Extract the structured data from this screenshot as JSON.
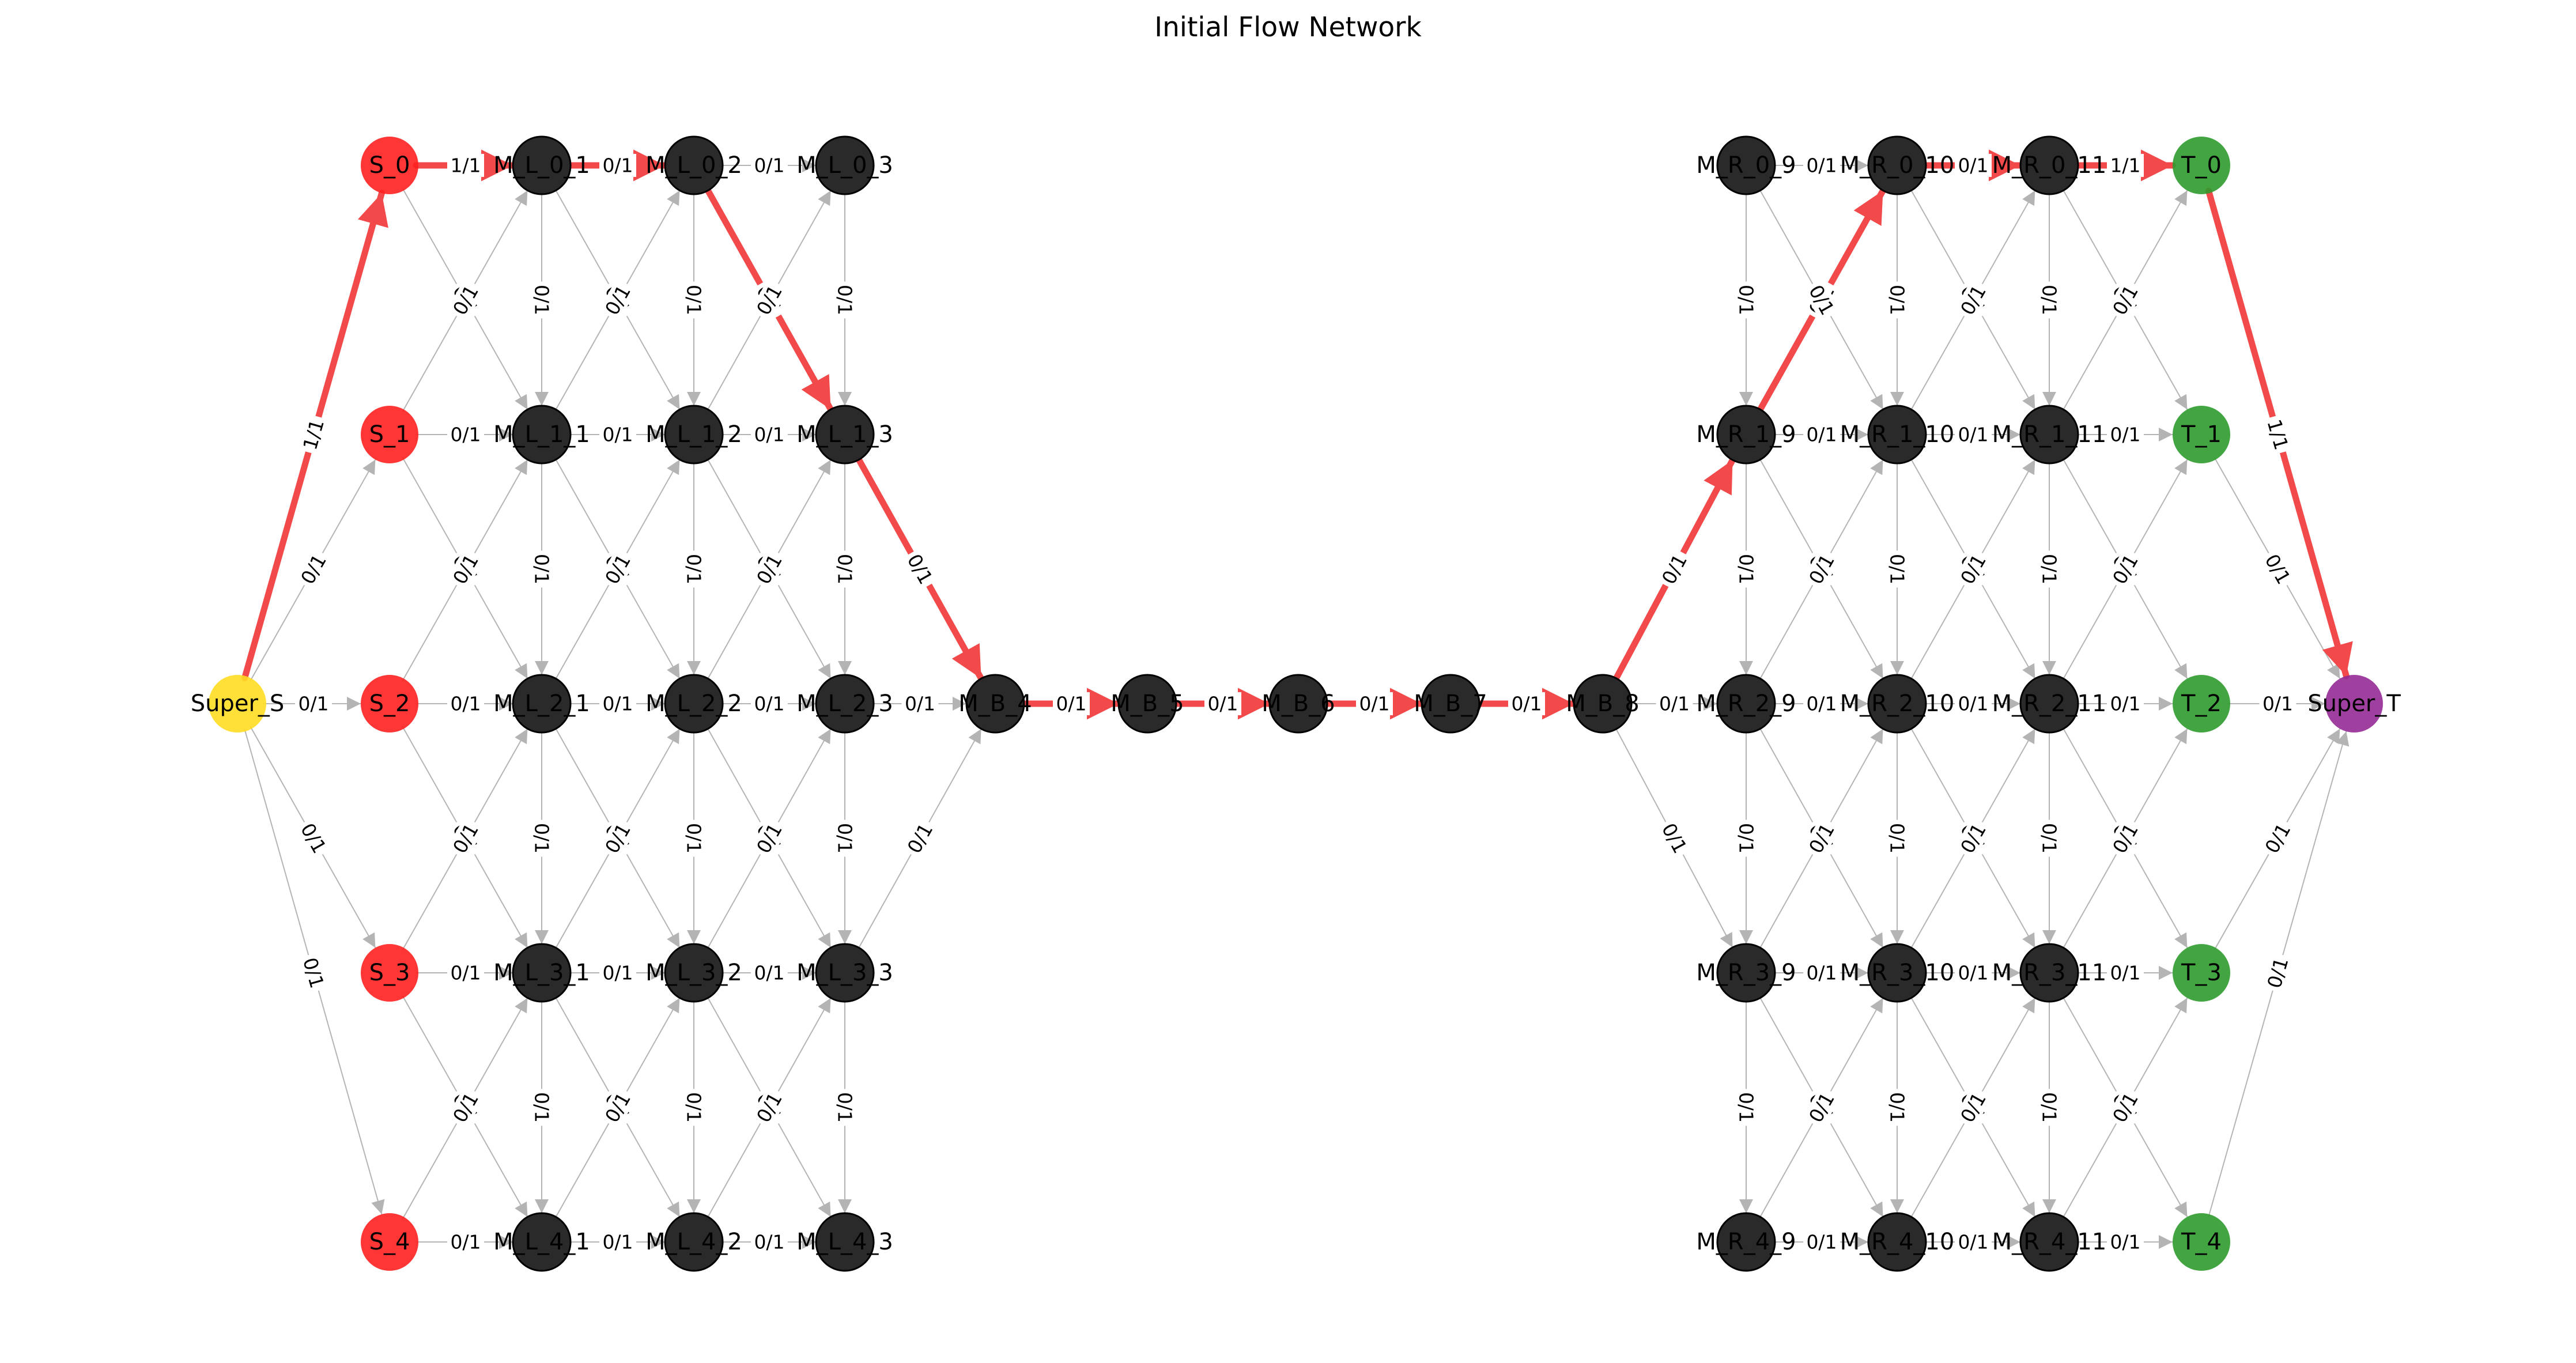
{
  "title": "Initial Flow Network",
  "colors": {
    "source": "#ff2020",
    "middle": "#2a2a2a",
    "sink": "#2e9b2e",
    "super_source": "#ffdd22",
    "super_sink": "#952a95",
    "path_edge": "#f24a4a",
    "edge": "#b4b4b4"
  },
  "nodes": [
    {
      "id": "Super_S",
      "label": "Super_S",
      "kind": "super_source"
    },
    {
      "id": "S_0",
      "label": "S_0",
      "kind": "source"
    },
    {
      "id": "S_1",
      "label": "S_1",
      "kind": "source"
    },
    {
      "id": "S_2",
      "label": "S_2",
      "kind": "source"
    },
    {
      "id": "S_3",
      "label": "S_3",
      "kind": "source"
    },
    {
      "id": "S_4",
      "label": "S_4",
      "kind": "source"
    },
    {
      "id": "M_L_0_1",
      "label": "M_L_0_1",
      "kind": "middle"
    },
    {
      "id": "M_L_1_1",
      "label": "M_L_1_1",
      "kind": "middle"
    },
    {
      "id": "M_L_2_1",
      "label": "M_L_2_1",
      "kind": "middle"
    },
    {
      "id": "M_L_3_1",
      "label": "M_L_3_1",
      "kind": "middle"
    },
    {
      "id": "M_L_4_1",
      "label": "M_L_4_1",
      "kind": "middle"
    },
    {
      "id": "M_L_0_2",
      "label": "M_L_0_2",
      "kind": "middle"
    },
    {
      "id": "M_L_1_2",
      "label": "M_L_1_2",
      "kind": "middle"
    },
    {
      "id": "M_L_2_2",
      "label": "M_L_2_2",
      "kind": "middle"
    },
    {
      "id": "M_L_3_2",
      "label": "M_L_3_2",
      "kind": "middle"
    },
    {
      "id": "M_L_4_2",
      "label": "M_L_4_2",
      "kind": "middle"
    },
    {
      "id": "M_L_0_3",
      "label": "M_L_0_3",
      "kind": "middle"
    },
    {
      "id": "M_L_1_3",
      "label": "M_L_1_3",
      "kind": "middle"
    },
    {
      "id": "M_L_2_3",
      "label": "M_L_2_3",
      "kind": "middle"
    },
    {
      "id": "M_L_3_3",
      "label": "M_L_3_3",
      "kind": "middle"
    },
    {
      "id": "M_L_4_3",
      "label": "M_L_4_3",
      "kind": "middle"
    },
    {
      "id": "M_B_4",
      "label": "M_B_4",
      "kind": "middle"
    },
    {
      "id": "M_B_5",
      "label": "M_B_5",
      "kind": "middle"
    },
    {
      "id": "M_B_6",
      "label": "M_B_6",
      "kind": "middle"
    },
    {
      "id": "M_B_7",
      "label": "M_B_7",
      "kind": "middle"
    },
    {
      "id": "M_B_8",
      "label": "M_B_8",
      "kind": "middle"
    },
    {
      "id": "M_R_0_9",
      "label": "M_R_0_9",
      "kind": "middle"
    },
    {
      "id": "M_R_1_9",
      "label": "M_R_1_9",
      "kind": "middle"
    },
    {
      "id": "M_R_2_9",
      "label": "M_R_2_9",
      "kind": "middle"
    },
    {
      "id": "M_R_3_9",
      "label": "M_R_3_9",
      "kind": "middle"
    },
    {
      "id": "M_R_4_9",
      "label": "M_R_4_9",
      "kind": "middle"
    },
    {
      "id": "M_R_0_10",
      "label": "M_R_0_10",
      "kind": "middle"
    },
    {
      "id": "M_R_1_10",
      "label": "M_R_1_10",
      "kind": "middle"
    },
    {
      "id": "M_R_2_10",
      "label": "M_R_2_10",
      "kind": "middle"
    },
    {
      "id": "M_R_3_10",
      "label": "M_R_3_10",
      "kind": "middle"
    },
    {
      "id": "M_R_4_10",
      "label": "M_R_4_10",
      "kind": "middle"
    },
    {
      "id": "M_R_0_11",
      "label": "M_R_0_11",
      "kind": "middle"
    },
    {
      "id": "M_R_1_11",
      "label": "M_R_1_11",
      "kind": "middle"
    },
    {
      "id": "M_R_2_11",
      "label": "M_R_2_11",
      "kind": "middle"
    },
    {
      "id": "M_R_3_11",
      "label": "M_R_3_11",
      "kind": "middle"
    },
    {
      "id": "M_R_4_11",
      "label": "M_R_4_11",
      "kind": "middle"
    },
    {
      "id": "T_0",
      "label": "T_0",
      "kind": "sink"
    },
    {
      "id": "T_1",
      "label": "T_1",
      "kind": "sink"
    },
    {
      "id": "T_2",
      "label": "T_2",
      "kind": "sink"
    },
    {
      "id": "T_3",
      "label": "T_3",
      "kind": "sink"
    },
    {
      "id": "T_4",
      "label": "T_4",
      "kind": "sink"
    },
    {
      "id": "Super_T",
      "label": "Super_T",
      "kind": "super_sink"
    }
  ],
  "edges": [
    {
      "from": "Super_S",
      "to": "S_0",
      "label": "1/1",
      "path": true
    },
    {
      "from": "Super_S",
      "to": "S_1",
      "label": "0/1",
      "path": false
    },
    {
      "from": "Super_S",
      "to": "S_2",
      "label": "0/1",
      "path": false
    },
    {
      "from": "Super_S",
      "to": "S_3",
      "label": "0/1",
      "path": false
    },
    {
      "from": "Super_S",
      "to": "S_4",
      "label": "0/1",
      "path": false
    },
    {
      "from": "S_0",
      "to": "M_L_0_1",
      "label": "1/1",
      "path": true
    },
    {
      "from": "S_1",
      "to": "M_L_1_1",
      "label": "0/1",
      "path": false
    },
    {
      "from": "S_2",
      "to": "M_L_2_1",
      "label": "0/1",
      "path": false
    },
    {
      "from": "S_3",
      "to": "M_L_3_1",
      "label": "0/1",
      "path": false
    },
    {
      "from": "S_4",
      "to": "M_L_4_1",
      "label": "0/1",
      "path": false
    },
    {
      "from": "S_0",
      "to": "M_L_1_1",
      "label": "0/1",
      "path": false
    },
    {
      "from": "S_1",
      "to": "M_L_0_1",
      "label": "0/1",
      "path": false
    },
    {
      "from": "S_1",
      "to": "M_L_2_1",
      "label": "0/1",
      "path": false
    },
    {
      "from": "S_2",
      "to": "M_L_1_1",
      "label": "0/1",
      "path": false
    },
    {
      "from": "S_2",
      "to": "M_L_3_1",
      "label": "0/1",
      "path": false
    },
    {
      "from": "S_3",
      "to": "M_L_2_1",
      "label": "0/1",
      "path": false
    },
    {
      "from": "S_3",
      "to": "M_L_4_1",
      "label": "0/1",
      "path": false
    },
    {
      "from": "S_4",
      "to": "M_L_3_1",
      "label": "0/1",
      "path": false
    },
    {
      "from": "M_L_0_1",
      "to": "M_L_1_1",
      "label": "0/1",
      "path": false
    },
    {
      "from": "M_L_1_1",
      "to": "M_L_2_1",
      "label": "0/1",
      "path": false
    },
    {
      "from": "M_L_2_1",
      "to": "M_L_3_1",
      "label": "0/1",
      "path": false
    },
    {
      "from": "M_L_3_1",
      "to": "M_L_4_1",
      "label": "0/1",
      "path": false
    },
    {
      "from": "M_L_0_2",
      "to": "M_L_1_2",
      "label": "0/1",
      "path": false
    },
    {
      "from": "M_L_1_2",
      "to": "M_L_2_2",
      "label": "0/1",
      "path": false
    },
    {
      "from": "M_L_2_2",
      "to": "M_L_3_2",
      "label": "0/1",
      "path": false
    },
    {
      "from": "M_L_3_2",
      "to": "M_L_4_2",
      "label": "0/1",
      "path": false
    },
    {
      "from": "M_L_0_3",
      "to": "M_L_1_3",
      "label": "0/1",
      "path": false
    },
    {
      "from": "M_L_1_3",
      "to": "M_L_2_3",
      "label": "0/1",
      "path": false
    },
    {
      "from": "M_L_2_3",
      "to": "M_L_3_3",
      "label": "0/1",
      "path": false
    },
    {
      "from": "M_L_3_3",
      "to": "M_L_4_3",
      "label": "0/1",
      "path": false
    },
    {
      "from": "M_L_0_1",
      "to": "M_L_0_2",
      "label": "0/1",
      "path": true
    },
    {
      "from": "M_L_1_1",
      "to": "M_L_1_2",
      "label": "0/1",
      "path": false
    },
    {
      "from": "M_L_2_1",
      "to": "M_L_2_2",
      "label": "0/1",
      "path": false
    },
    {
      "from": "M_L_3_1",
      "to": "M_L_3_2",
      "label": "0/1",
      "path": false
    },
    {
      "from": "M_L_4_1",
      "to": "M_L_4_2",
      "label": "0/1",
      "path": false
    },
    {
      "from": "M_L_0_2",
      "to": "M_L_0_3",
      "label": "0/1",
      "path": false
    },
    {
      "from": "M_L_1_2",
      "to": "M_L_1_3",
      "label": "0/1",
      "path": false
    },
    {
      "from": "M_L_2_2",
      "to": "M_L_2_3",
      "label": "0/1",
      "path": false
    },
    {
      "from": "M_L_3_2",
      "to": "M_L_3_3",
      "label": "0/1",
      "path": false
    },
    {
      "from": "M_L_4_2",
      "to": "M_L_4_3",
      "label": "0/1",
      "path": false
    },
    {
      "from": "M_L_0_1",
      "to": "M_L_1_2",
      "label": "0/1",
      "path": false
    },
    {
      "from": "M_L_1_1",
      "to": "M_L_0_2",
      "label": "0/1",
      "path": false
    },
    {
      "from": "M_L_1_1",
      "to": "M_L_2_2",
      "label": "0/1",
      "path": false
    },
    {
      "from": "M_L_2_1",
      "to": "M_L_1_2",
      "label": "0/1",
      "path": false
    },
    {
      "from": "M_L_2_1",
      "to": "M_L_3_2",
      "label": "0/1",
      "path": false
    },
    {
      "from": "M_L_3_1",
      "to": "M_L_2_2",
      "label": "0/1",
      "path": false
    },
    {
      "from": "M_L_3_1",
      "to": "M_L_4_2",
      "label": "0/1",
      "path": false
    },
    {
      "from": "M_L_4_1",
      "to": "M_L_3_2",
      "label": "0/1",
      "path": false
    },
    {
      "from": "M_L_0_2",
      "to": "M_L_1_3",
      "label": "0/1",
      "path": true
    },
    {
      "from": "M_L_1_2",
      "to": "M_L_0_3",
      "label": "0/1",
      "path": false
    },
    {
      "from": "M_L_1_2",
      "to": "M_L_2_3",
      "label": "0/1",
      "path": false
    },
    {
      "from": "M_L_2_2",
      "to": "M_L_1_3",
      "label": "0/1",
      "path": false
    },
    {
      "from": "M_L_2_2",
      "to": "M_L_3_3",
      "label": "0/1",
      "path": false
    },
    {
      "from": "M_L_3_2",
      "to": "M_L_2_3",
      "label": "0/1",
      "path": false
    },
    {
      "from": "M_L_3_2",
      "to": "M_L_4_3",
      "label": "0/1",
      "path": false
    },
    {
      "from": "M_L_4_2",
      "to": "M_L_3_3",
      "label": "0/1",
      "path": false
    },
    {
      "from": "M_L_1_3",
      "to": "M_B_4",
      "label": "0/1",
      "path": true
    },
    {
      "from": "M_L_2_3",
      "to": "M_B_4",
      "label": "0/1",
      "path": false
    },
    {
      "from": "M_L_3_3",
      "to": "M_B_4",
      "label": "0/1",
      "path": false
    },
    {
      "from": "M_B_4",
      "to": "M_B_5",
      "label": "0/1",
      "path": true
    },
    {
      "from": "M_B_5",
      "to": "M_B_6",
      "label": "0/1",
      "path": true
    },
    {
      "from": "M_B_6",
      "to": "M_B_7",
      "label": "0/1",
      "path": true
    },
    {
      "from": "M_B_7",
      "to": "M_B_8",
      "label": "0/1",
      "path": true
    },
    {
      "from": "M_B_8",
      "to": "M_R_1_9",
      "label": "0/1",
      "path": true
    },
    {
      "from": "M_B_8",
      "to": "M_R_2_9",
      "label": "0/1",
      "path": false
    },
    {
      "from": "M_B_8",
      "to": "M_R_3_9",
      "label": "0/1",
      "path": false
    },
    {
      "from": "M_R_0_9",
      "to": "M_R_1_9",
      "label": "0/1",
      "path": false
    },
    {
      "from": "M_R_1_9",
      "to": "M_R_2_9",
      "label": "0/1",
      "path": false
    },
    {
      "from": "M_R_2_9",
      "to": "M_R_3_9",
      "label": "0/1",
      "path": false
    },
    {
      "from": "M_R_3_9",
      "to": "M_R_4_9",
      "label": "0/1",
      "path": false
    },
    {
      "from": "M_R_0_10",
      "to": "M_R_1_10",
      "label": "0/1",
      "path": false
    },
    {
      "from": "M_R_1_10",
      "to": "M_R_2_10",
      "label": "0/1",
      "path": false
    },
    {
      "from": "M_R_2_10",
      "to": "M_R_3_10",
      "label": "0/1",
      "path": false
    },
    {
      "from": "M_R_3_10",
      "to": "M_R_4_10",
      "label": "0/1",
      "path": false
    },
    {
      "from": "M_R_0_11",
      "to": "M_R_1_11",
      "label": "0/1",
      "path": false
    },
    {
      "from": "M_R_1_11",
      "to": "M_R_2_11",
      "label": "0/1",
      "path": false
    },
    {
      "from": "M_R_2_11",
      "to": "M_R_3_11",
      "label": "0/1",
      "path": false
    },
    {
      "from": "M_R_3_11",
      "to": "M_R_4_11",
      "label": "0/1",
      "path": false
    },
    {
      "from": "M_R_0_9",
      "to": "M_R_0_10",
      "label": "0/1",
      "path": false
    },
    {
      "from": "M_R_1_9",
      "to": "M_R_1_10",
      "label": "0/1",
      "path": false
    },
    {
      "from": "M_R_2_9",
      "to": "M_R_2_10",
      "label": "0/1",
      "path": false
    },
    {
      "from": "M_R_3_9",
      "to": "M_R_3_10",
      "label": "0/1",
      "path": false
    },
    {
      "from": "M_R_4_9",
      "to": "M_R_4_10",
      "label": "0/1",
      "path": false
    },
    {
      "from": "M_R_0_10",
      "to": "M_R_0_11",
      "label": "0/1",
      "path": true
    },
    {
      "from": "M_R_1_10",
      "to": "M_R_1_11",
      "label": "0/1",
      "path": false
    },
    {
      "from": "M_R_2_10",
      "to": "M_R_2_11",
      "label": "0/1",
      "path": false
    },
    {
      "from": "M_R_3_10",
      "to": "M_R_3_11",
      "label": "0/1",
      "path": false
    },
    {
      "from": "M_R_4_10",
      "to": "M_R_4_11",
      "label": "0/1",
      "path": false
    },
    {
      "from": "M_R_1_9",
      "to": "M_R_0_10",
      "label": "0/1",
      "path": true
    },
    {
      "from": "M_R_0_9",
      "to": "M_R_1_10",
      "label": "0/1",
      "path": false
    },
    {
      "from": "M_R_1_9",
      "to": "M_R_2_10",
      "label": "0/1",
      "path": false
    },
    {
      "from": "M_R_2_9",
      "to": "M_R_1_10",
      "label": "0/1",
      "path": false
    },
    {
      "from": "M_R_2_9",
      "to": "M_R_3_10",
      "label": "0/1",
      "path": false
    },
    {
      "from": "M_R_3_9",
      "to": "M_R_2_10",
      "label": "0/1",
      "path": false
    },
    {
      "from": "M_R_3_9",
      "to": "M_R_4_10",
      "label": "0/1",
      "path": false
    },
    {
      "from": "M_R_4_9",
      "to": "M_R_3_10",
      "label": "0/1",
      "path": false
    },
    {
      "from": "M_R_0_10",
      "to": "M_R_1_11",
      "label": "0/1",
      "path": false
    },
    {
      "from": "M_R_1_10",
      "to": "M_R_0_11",
      "label": "0/1",
      "path": false
    },
    {
      "from": "M_R_1_10",
      "to": "M_R_2_11",
      "label": "0/1",
      "path": false
    },
    {
      "from": "M_R_2_10",
      "to": "M_R_1_11",
      "label": "0/1",
      "path": false
    },
    {
      "from": "M_R_2_10",
      "to": "M_R_3_11",
      "label": "0/1",
      "path": false
    },
    {
      "from": "M_R_3_10",
      "to": "M_R_2_11",
      "label": "0/1",
      "path": false
    },
    {
      "from": "M_R_3_10",
      "to": "M_R_4_11",
      "label": "0/1",
      "path": false
    },
    {
      "from": "M_R_4_10",
      "to": "M_R_3_11",
      "label": "0/1",
      "path": false
    },
    {
      "from": "M_R_0_11",
      "to": "T_0",
      "label": "1/1",
      "path": true
    },
    {
      "from": "M_R_1_11",
      "to": "T_1",
      "label": "0/1",
      "path": false
    },
    {
      "from": "M_R_2_11",
      "to": "T_2",
      "label": "0/1",
      "path": false
    },
    {
      "from": "M_R_3_11",
      "to": "T_3",
      "label": "0/1",
      "path": false
    },
    {
      "from": "M_R_4_11",
      "to": "T_4",
      "label": "0/1",
      "path": false
    },
    {
      "from": "M_R_0_11",
      "to": "T_1",
      "label": "0/1",
      "path": false
    },
    {
      "from": "M_R_1_11",
      "to": "T_0",
      "label": "0/1",
      "path": false
    },
    {
      "from": "M_R_1_11",
      "to": "T_2",
      "label": "0/1",
      "path": false
    },
    {
      "from": "M_R_2_11",
      "to": "T_1",
      "label": "0/1",
      "path": false
    },
    {
      "from": "M_R_2_11",
      "to": "T_3",
      "label": "0/1",
      "path": false
    },
    {
      "from": "M_R_3_11",
      "to": "T_2",
      "label": "0/1",
      "path": false
    },
    {
      "from": "M_R_3_11",
      "to": "T_4",
      "label": "0/1",
      "path": false
    },
    {
      "from": "M_R_4_11",
      "to": "T_3",
      "label": "0/1",
      "path": false
    },
    {
      "from": "T_0",
      "to": "Super_T",
      "label": "1/1",
      "path": true
    },
    {
      "from": "T_1",
      "to": "Super_T",
      "label": "0/1",
      "path": false
    },
    {
      "from": "T_2",
      "to": "Super_T",
      "label": "0/1",
      "path": false
    },
    {
      "from": "T_3",
      "to": "Super_T",
      "label": "0/1",
      "path": false
    },
    {
      "from": "T_4",
      "to": "Super_T",
      "label": "0/1",
      "path": false
    }
  ]
}
